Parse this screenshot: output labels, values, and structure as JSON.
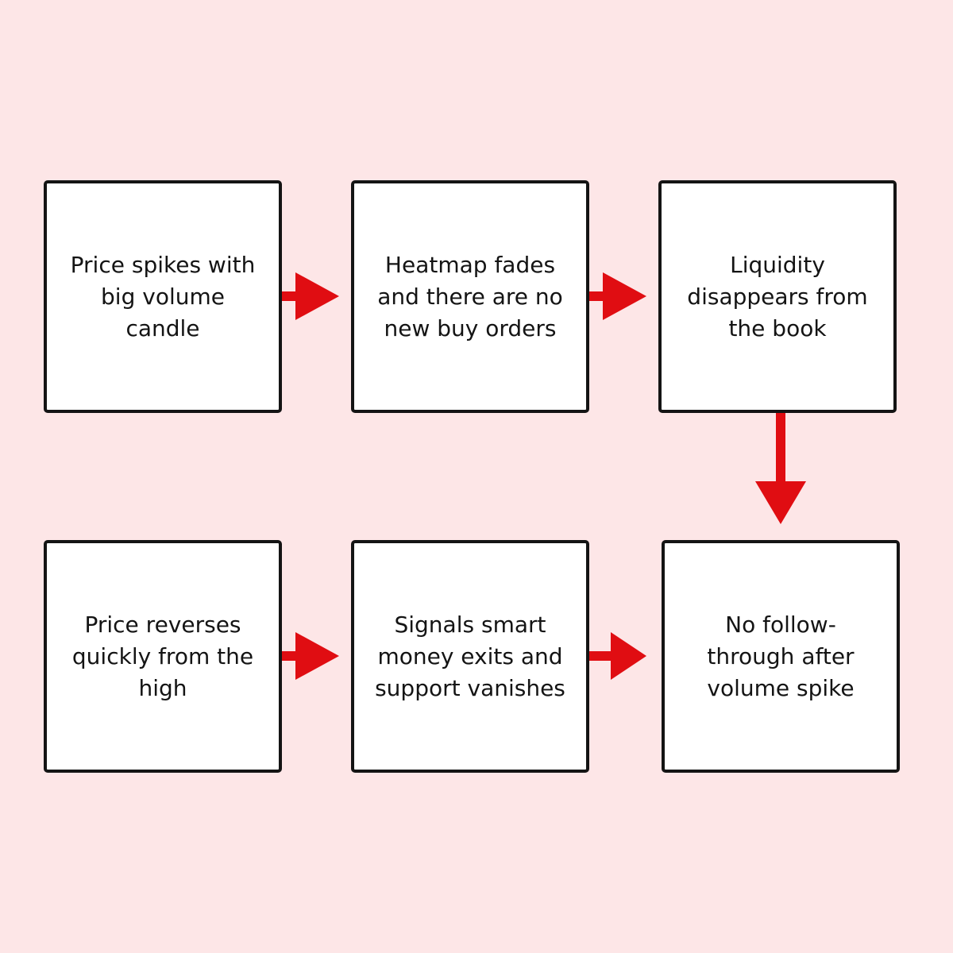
{
  "diagram": {
    "boxes": [
      {
        "id": "b1",
        "text": "Price spikes with big volume candle"
      },
      {
        "id": "b2",
        "text": "Heatmap fades and there are no new buy orders"
      },
      {
        "id": "b3",
        "text": "Liquidity disappears from the book"
      },
      {
        "id": "b4",
        "text": "Price reverses quickly from the high"
      },
      {
        "id": "b5",
        "text": "Signals smart money exits and support vanishes"
      },
      {
        "id": "b6",
        "text": "No follow-through after volume spike"
      }
    ],
    "arrows": [
      {
        "from": "b1",
        "to": "b2"
      },
      {
        "from": "b2",
        "to": "b3"
      },
      {
        "from": "b3",
        "to": "b6"
      },
      {
        "from": "b4",
        "to": "b5"
      },
      {
        "from": "b5",
        "to": "b6"
      }
    ]
  },
  "colors": {
    "background": "#fde6e7",
    "box_fill": "#ffffff",
    "box_border": "#141414",
    "arrow": "#e00d12",
    "text": "#141414"
  }
}
